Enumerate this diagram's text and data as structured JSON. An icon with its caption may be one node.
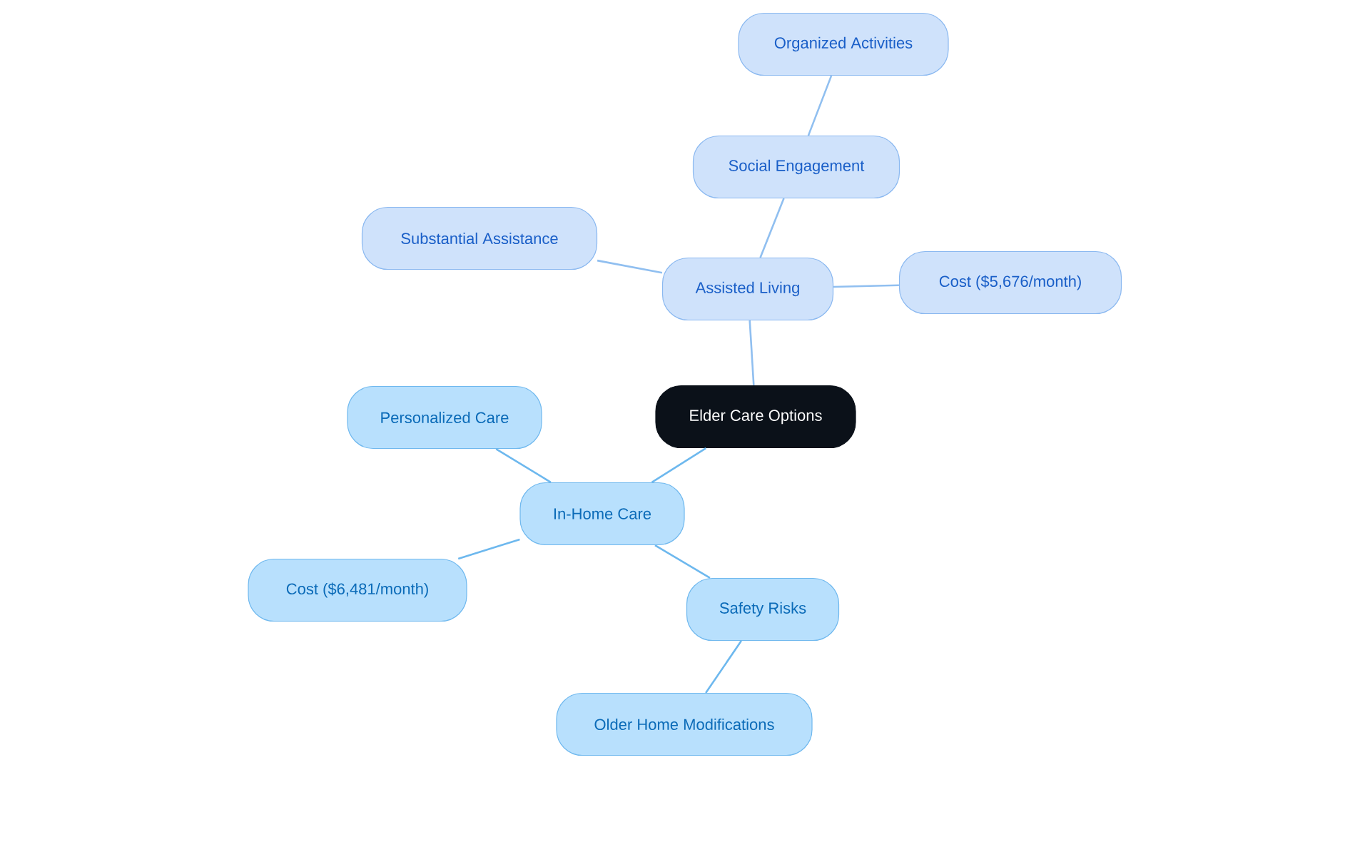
{
  "diagram": {
    "nodes": [
      {
        "text": [
          "Elder Care Options"
        ]
      },
      {
        "text": [
          "Assisted Living"
        ]
      },
      {
        "text": [
          "Substantial Assistance"
        ]
      },
      {
        "text": [
          "Social Engagement"
        ]
      },
      {
        "text": [
          "Organized Activities"
        ]
      },
      {
        "text": [
          "Cost ($5,676/month)"
        ]
      },
      {
        "text": [
          "In-Home Care"
        ]
      },
      {
        "text": [
          "Personalized Care"
        ]
      },
      {
        "text": [
          "Cost ($6,481/month)"
        ]
      },
      {
        "text": [
          "Safety Risks"
        ]
      },
      {
        "text": [
          "Older Home Modifications"
        ]
      }
    ],
    "edges": [
      {
        "from": 0,
        "to": 1,
        "arrow": "none",
        "color": "#90bff0"
      },
      {
        "from": 1,
        "to": 2,
        "arrow": "none",
        "color": "#90bff0"
      },
      {
        "from": 1,
        "to": 3,
        "arrow": "none",
        "color": "#90bff0"
      },
      {
        "from": 3,
        "to": 4,
        "arrow": "none",
        "color": "#90bff0"
      },
      {
        "from": 1,
        "to": 5,
        "arrow": "none",
        "color": "#90bff0"
      },
      {
        "from": 0,
        "to": 6,
        "arrow": "none",
        "color": "#6db8ee"
      },
      {
        "from": 6,
        "to": 7,
        "arrow": "none",
        "color": "#6db8ee"
      },
      {
        "from": 6,
        "to": 8,
        "arrow": "none",
        "color": "#6db8ee"
      },
      {
        "from": 6,
        "to": 9,
        "arrow": "none",
        "color": "#6db8ee"
      },
      {
        "from": 9,
        "to": 10,
        "arrow": "none",
        "color": "#6db8ee"
      }
    ]
  }
}
